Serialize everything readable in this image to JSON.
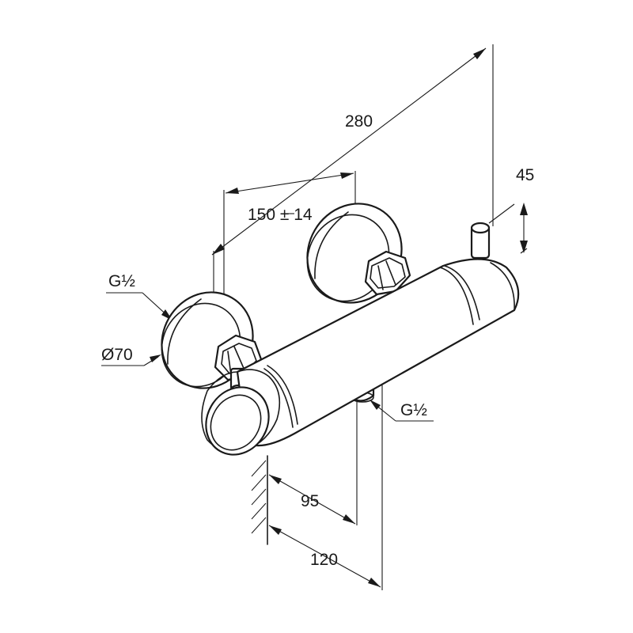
{
  "dimensions": {
    "overall_length": "280",
    "inlet_spacing_value": "150",
    "inlet_spacing_tolerance": "± 14",
    "outlet_height": "45",
    "inlet_thread": "G½",
    "flange_diameter": "Ø70",
    "outlet_thread": "G½",
    "wall_to_outlet": "95",
    "wall_to_front": "120"
  }
}
